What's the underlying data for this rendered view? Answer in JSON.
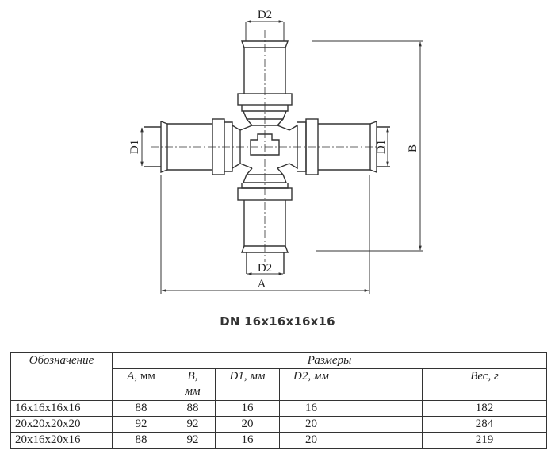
{
  "drawing": {
    "labels": {
      "d2_top": "D2",
      "d2_bottom": "D2",
      "d1_left": "D1",
      "d1_right": "D1",
      "a": "A",
      "b": "B"
    }
  },
  "title": "DN 16x16x16x16",
  "table": {
    "header_designation": "Обозначение",
    "header_group": "Размеры",
    "columns": [
      {
        "label": "A",
        "unit": ", мм"
      },
      {
        "label": "B,",
        "unit": "мм"
      },
      {
        "label": "D1, мм",
        "unit": ""
      },
      {
        "label": "D2, мм",
        "unit": ""
      },
      {
        "label": "",
        "unit": ""
      },
      {
        "label": "Вес, г",
        "unit": ""
      }
    ],
    "rows": [
      {
        "designation": "16x16x16x16",
        "a": "88",
        "b": "88",
        "d1": "16",
        "d2": "16",
        "empty": "",
        "weight": "182"
      },
      {
        "designation": "20x20x20x20",
        "a": "92",
        "b": "92",
        "d1": "20",
        "d2": "20",
        "empty": "",
        "weight": "284"
      },
      {
        "designation": "20x16x20x16",
        "a": "88",
        "b": "92",
        "d1": "16",
        "d2": "20",
        "empty": "",
        "weight": "219"
      }
    ]
  }
}
